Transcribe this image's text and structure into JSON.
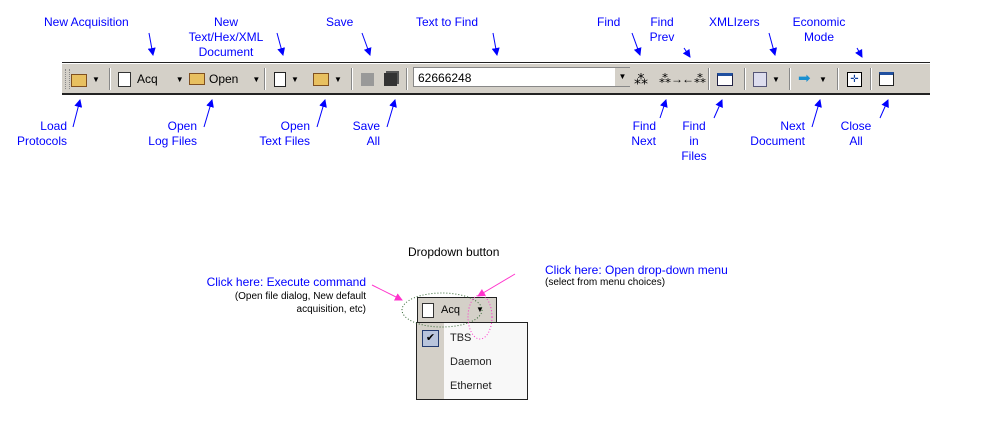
{
  "toolbar": {
    "acq_label": "Acq",
    "open_label": "Open",
    "find_value": "62666248"
  },
  "callouts_top": {
    "new_acq": "New Acquisition",
    "new_doc": [
      "New",
      "Text/Hex/XML",
      "Document"
    ],
    "save": "Save",
    "text_to_find": "Text to Find",
    "find": "Find",
    "find_prev": [
      "Find",
      "Prev"
    ],
    "xmlizers": "XMLIzers",
    "economic": [
      "Economic",
      "Mode"
    ]
  },
  "callouts_bottom": {
    "load": [
      "Load",
      "Protocols"
    ],
    "open_log": [
      "Open",
      "Log Files"
    ],
    "open_text": [
      "Open",
      "Text Files"
    ],
    "save_all": [
      "Save",
      "All"
    ],
    "find_next": [
      "Find",
      "Next"
    ],
    "find_files": [
      "Find",
      "in",
      "Files"
    ],
    "next_doc": [
      "Next",
      "Document"
    ],
    "close_all": [
      "Close",
      "All"
    ]
  },
  "diagram": {
    "title": "Dropdown button",
    "exec_title": "Click here:  Execute command",
    "exec_desc": [
      "(Open file dialog, New default",
      "acquisition, etc)"
    ],
    "open_title": "Click here: Open drop-down menu",
    "open_desc": "(select from menu choices)",
    "acq_label": "Acq",
    "menu_items": [
      "TBS",
      "Daemon",
      "Ethernet"
    ],
    "checked_item": "TBS"
  },
  "colors": {
    "callout": "#0000ff",
    "arrow": "#0000ff",
    "pink": "#ff33cc",
    "toolbar": "#d4d0c8"
  }
}
